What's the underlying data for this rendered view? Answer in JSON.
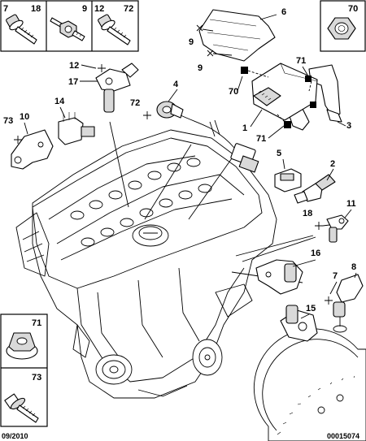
{
  "callouts": {
    "c1": "1",
    "c2": "2",
    "c3": "3",
    "c4": "4",
    "c5": "5",
    "c6": "6",
    "c7": "7",
    "c8": "8",
    "c9": "9",
    "c10": "10",
    "c11": "11",
    "c12": "12",
    "c14": "14",
    "c15": "15",
    "c16": "16",
    "c17": "17",
    "c18": "18",
    "c70": "70",
    "c71": "71",
    "c72": "72",
    "c73": "73"
  },
  "inset": {
    "top_left": [
      "7",
      "18"
    ],
    "top_mid": "9",
    "top_right": [
      "12",
      "72"
    ],
    "top_far_right": "70",
    "bottom_top": "71",
    "bottom_bottom": "73"
  },
  "footer": {
    "date": "09/2010",
    "ref": "00015074"
  }
}
